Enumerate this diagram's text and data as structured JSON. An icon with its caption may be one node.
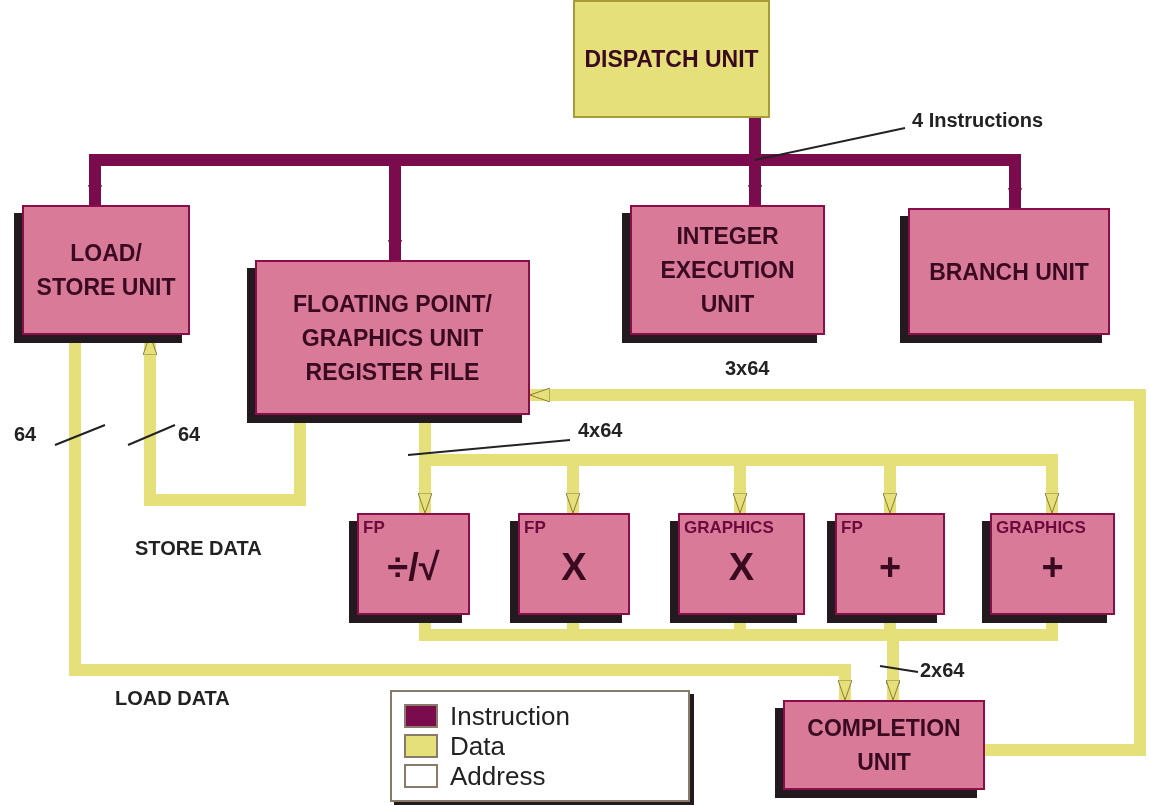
{
  "diagram": {
    "nodes": [
      {
        "text": [
          "DISPATCH UNIT"
        ]
      },
      {
        "text": [
          "LOAD/ STORE UNIT"
        ]
      },
      {
        "text": [
          "FLOATING POINT/ GRAPHICS UNIT REGISTER FILE"
        ]
      },
      {
        "text": [
          "INTEGER EXECUTION UNIT"
        ]
      },
      {
        "text": [
          "BRANCH UNIT"
        ]
      },
      {
        "text": [
          "FP",
          "÷/√"
        ]
      },
      {
        "text": [
          "FP",
          "X"
        ]
      },
      {
        "text": [
          "GRAPHICS",
          "X"
        ]
      },
      {
        "text": [
          "FP",
          "+"
        ]
      },
      {
        "text": [
          "GRAPHICS",
          "+"
        ]
      },
      {
        "text": [
          "COMPLETION UNIT"
        ]
      }
    ],
    "edges": [
      {
        "from": 0,
        "to": 1,
        "arrow": "to",
        "color": "#7a0b4c"
      },
      {
        "from": 0,
        "to": 2,
        "arrow": "to",
        "color": "#7a0b4c"
      },
      {
        "from": 0,
        "to": 3,
        "arrow": "to",
        "color": "#7a0b4c"
      },
      {
        "from": 0,
        "to": 4,
        "arrow": "to",
        "color": "#7a0b4c"
      },
      {
        "from": 2,
        "to": 1,
        "arrow": "to"
      },
      {
        "from": 1,
        "to": 10,
        "arrow": "to"
      },
      {
        "from": 2,
        "to": 5,
        "arrow": "to"
      },
      {
        "from": 2,
        "to": 6,
        "arrow": "to"
      },
      {
        "from": 2,
        "to": 7,
        "arrow": "to"
      },
      {
        "from": 2,
        "to": 8,
        "arrow": "to"
      },
      {
        "from": 2,
        "to": 9,
        "arrow": "to"
      },
      {
        "from": 5,
        "to": 10,
        "arrow": "to"
      },
      {
        "from": 6,
        "to": 10,
        "arrow": "to"
      },
      {
        "from": 7,
        "to": 10,
        "arrow": "to"
      },
      {
        "from": 8,
        "to": 10,
        "arrow": "to"
      },
      {
        "from": 9,
        "to": 10,
        "arrow": "to"
      },
      {
        "from": 10,
        "to": 2,
        "arrow": "to"
      }
    ],
    "labels": [
      "4 Instructions",
      "3x64",
      "64",
      "64",
      "4x64",
      "STORE DATA",
      "2x64",
      "LOAD DATA"
    ],
    "legend": [
      {
        "text": "Instruction",
        "color": "#7a0b4c"
      },
      {
        "text": "Data",
        "color": "#e6e07a"
      },
      {
        "text": "Address",
        "color": "#ffffff"
      }
    ]
  }
}
